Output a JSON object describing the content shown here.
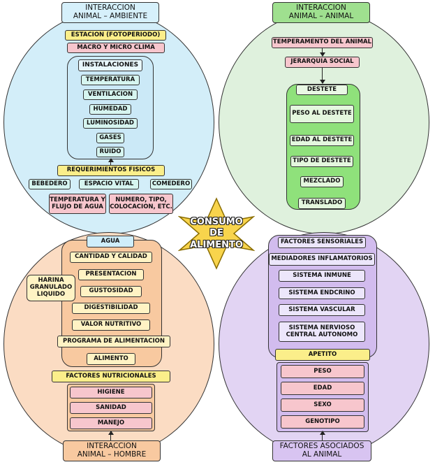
{
  "center": {
    "line1": "CONSUMO",
    "line2": "DE",
    "line3": "ALIMENTO"
  },
  "colors": {
    "top_left": "#d3eef9",
    "top_right": "#dff1dd",
    "bottom_left": "#fbdcc3",
    "bottom_right": "#e2d4f3",
    "star": "#f8d44c"
  },
  "top_left": {
    "title_line1": "INTERACCION",
    "title_line2": "ANIMAL – AMBIENTE",
    "estacion": "ESTACION (FOTOPERIODO)",
    "clima": "MACRO Y MICRO CLIMA",
    "instalaciones": "INSTALACIONES",
    "items": [
      "TEMPERATURA",
      "VENTILACION",
      "HUMEDAD",
      "LUMINOSIDAD",
      "GASES",
      "RUIDO"
    ],
    "requerimientos": "REQUERIMIENTOS FISICOS",
    "bebedero": "BEBEDERO",
    "espacio": "ESPACIO VITAL",
    "comedero": "COMEDERO",
    "temp_flujo_line1": "TEMPERATURA Y",
    "temp_flujo_line2": "FLUJO DE AGUA",
    "numero_line1": "NUMERO, TIPO,",
    "numero_line2": "COLOCACION, ETC."
  },
  "top_right": {
    "title_line1": "INTERACCION",
    "title_line2": "ANIMAL – ANIMAL",
    "temperamento": "TEMPERAMENTO DEL ANIMAL",
    "jerarquia": "JERARQUIA SOCIAL",
    "destete": "DESTETE",
    "items": [
      "PESO AL DESTETE",
      "EDAD AL DESTETE",
      "TIPO DE DESTETE",
      "MEZCLADO",
      "TRANSLADO"
    ]
  },
  "bottom_left": {
    "agua": "AGUA",
    "items": [
      "CANTIDAD Y CALIDAD",
      "PRESENTACION",
      "GUSTOSIDAD",
      "DIGESTIBILIDAD",
      "VALOR NUTRITIVO"
    ],
    "forms_line1": "HARINA",
    "forms_line2": "GRANULADO",
    "forms_line3": "LIQUIDO",
    "programa": "PROGRAMA DE ALIMENTACION",
    "alimento": "ALIMENTO",
    "factores": "FACTORES NUTRICIONALES",
    "manejo_items": [
      "HIGIENE",
      "SANIDAD",
      "MANEJO"
    ],
    "title_line1": "INTERACCION",
    "title_line2": "ANIMAL – HOMBRE"
  },
  "bottom_right": {
    "sensoriales": "FACTORES SENSORIALES",
    "mediadores": "MEDIADORES INFLAMATORIOS",
    "systems": [
      "SISTEMA INMUNE",
      "SISTEMA ENDCRINO",
      "SISTEMA VASCULAR"
    ],
    "nervioso_line1": "SISTEMA NERVIOSO",
    "nervioso_line2": "CENTRAL AUTONOMO",
    "apetito": "APETITO",
    "items": [
      "PESO",
      "EDAD",
      "SEXO",
      "GENOTIPO"
    ],
    "title_line1": "FACTORES ASOCIADOS",
    "title_line2": "AL ANIMAL"
  }
}
